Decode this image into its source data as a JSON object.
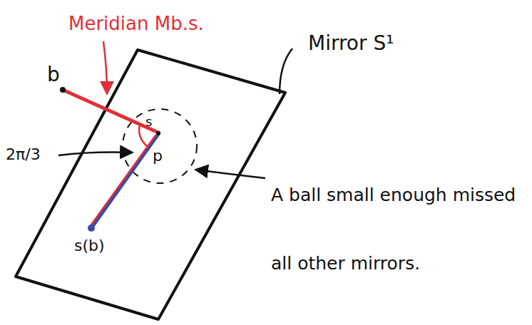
{
  "diagram": {
    "labels": [
      "Meridian Mb.s.",
      "b",
      "Mirror S¹",
      "2π/3",
      "s",
      "p",
      "A ball small enough missed all other mirrors.",
      "s(b)"
    ]
  }
}
